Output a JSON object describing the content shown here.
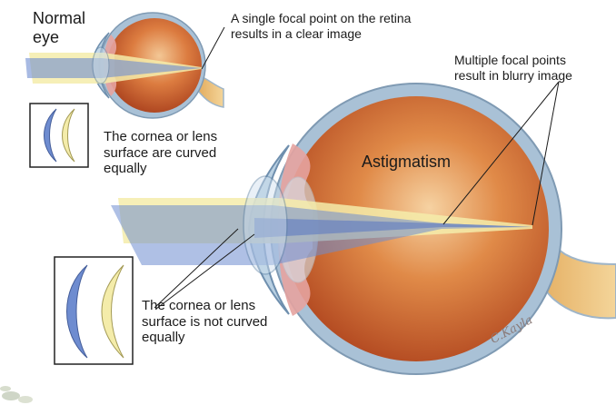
{
  "labels": {
    "normal_eye": [
      "Normal",
      "eye"
    ],
    "single_focal": [
      "A single focal point on the retina",
      "results in a clear image"
    ],
    "multiple_focal": [
      "Multiple focal points",
      "result in blurry image"
    ],
    "cornea_equal": [
      "The cornea or lens",
      "surface are curved",
      "equally"
    ],
    "astigmatism": "Astigmatism",
    "cornea_not_equal": [
      "The cornea or lens",
      "surface is not curved",
      "equally"
    ]
  },
  "signature": "C.Kayla",
  "colors": {
    "sclera": "#a9c1d6",
    "vitreous": "#c9602c",
    "light_yellow": "#f4ecaa",
    "light_blue": "#6e8cd0",
    "nerve": "#e7b66a"
  }
}
